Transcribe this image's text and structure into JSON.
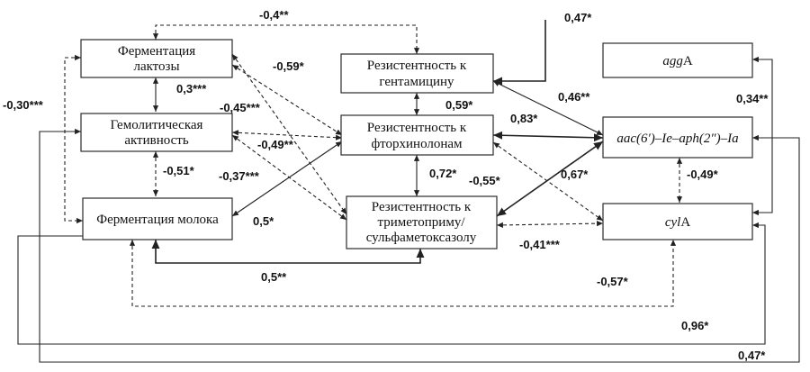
{
  "nodes": {
    "lactose": [
      "Ферментация",
      "лактозы"
    ],
    "hemolytic": [
      "Гемолитическая",
      "активность"
    ],
    "milk": [
      "Ферментация молока"
    ],
    "gentamicin": [
      "Резистентность к",
      "гентамицину"
    ],
    "fluoroquinolones": [
      "Резистентность к",
      "фторхинолонам"
    ],
    "trimethoprim": [
      "Резистентность к",
      "триметоприму/",
      "сульфаметоксазолу"
    ],
    "aggA_pre": "agg",
    "aggA_post": "A",
    "aac_full": "aac(6′)–Ie–aph(2″)–Ia",
    "cylA_pre": "cyl",
    "cylA_post": "A"
  },
  "coefficients": {
    "lactose_gentamicin": "-0,4**",
    "gentamicin_aggA": "0,47*",
    "lactose_milk": "-0,30***",
    "lactose_trimethoprim": "-0,59*",
    "lactose_hemolytic": "0,3***",
    "lactose_fluoroquinolones": "-0,45***",
    "hemolytic_fluoroquinolones": "-0,49**",
    "hemolytic_trimethoprim": "-0,37***",
    "hemolytic_milk": "-0,51*",
    "milk_fluoroquinolones": "0,5*",
    "milk_trimethoprim": "0,5**",
    "gentamicin_fluoroquinolones": "0,59*",
    "fluoroquinolones_trimethoprim": "0,72*",
    "aac_gentamicin": "0,46**",
    "aac_fluoroquinolones": "0,83*",
    "fluoroquinolones_cylA": "-0,55*",
    "aac_trimethoprim": "0,67*",
    "trimethoprim_cylA": "-0,41***",
    "aac_cylA": "-0,49*",
    "aggA_cylA": "0,34**",
    "milk_cylA": "-0,57*",
    "milk_aac": "0,96*",
    "hemolytic_cylA": "0,47*"
  }
}
